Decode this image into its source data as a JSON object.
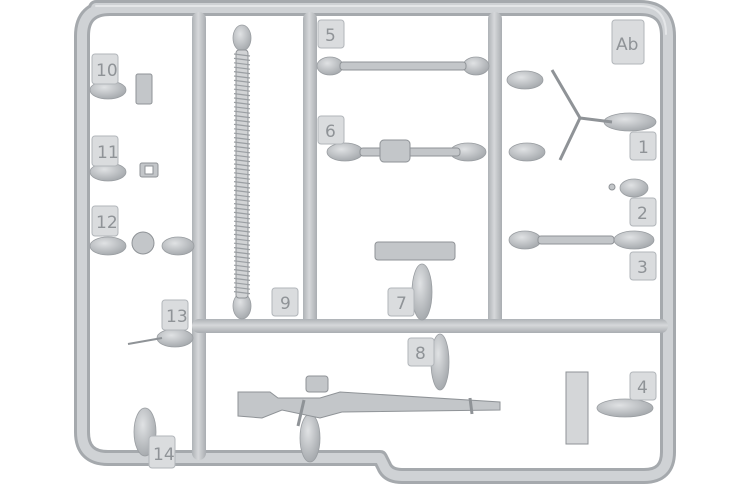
{
  "photo": {
    "subject": "sprue",
    "background_color": "#ffffff",
    "plastic_color": "#c8cbce",
    "plastic_shadow": "#a7abaf",
    "plastic_highlight": "#dfe1e3"
  },
  "part_numbers": {
    "p1": "1",
    "p2": "2",
    "p3": "3",
    "p4": "4",
    "p5": "5",
    "p6": "6",
    "p7": "7",
    "p8": "8",
    "p9": "9",
    "p10": "10",
    "p11": "11",
    "p12": "12",
    "p13": "13",
    "p14": "14",
    "sprue_letter": "Ab"
  }
}
